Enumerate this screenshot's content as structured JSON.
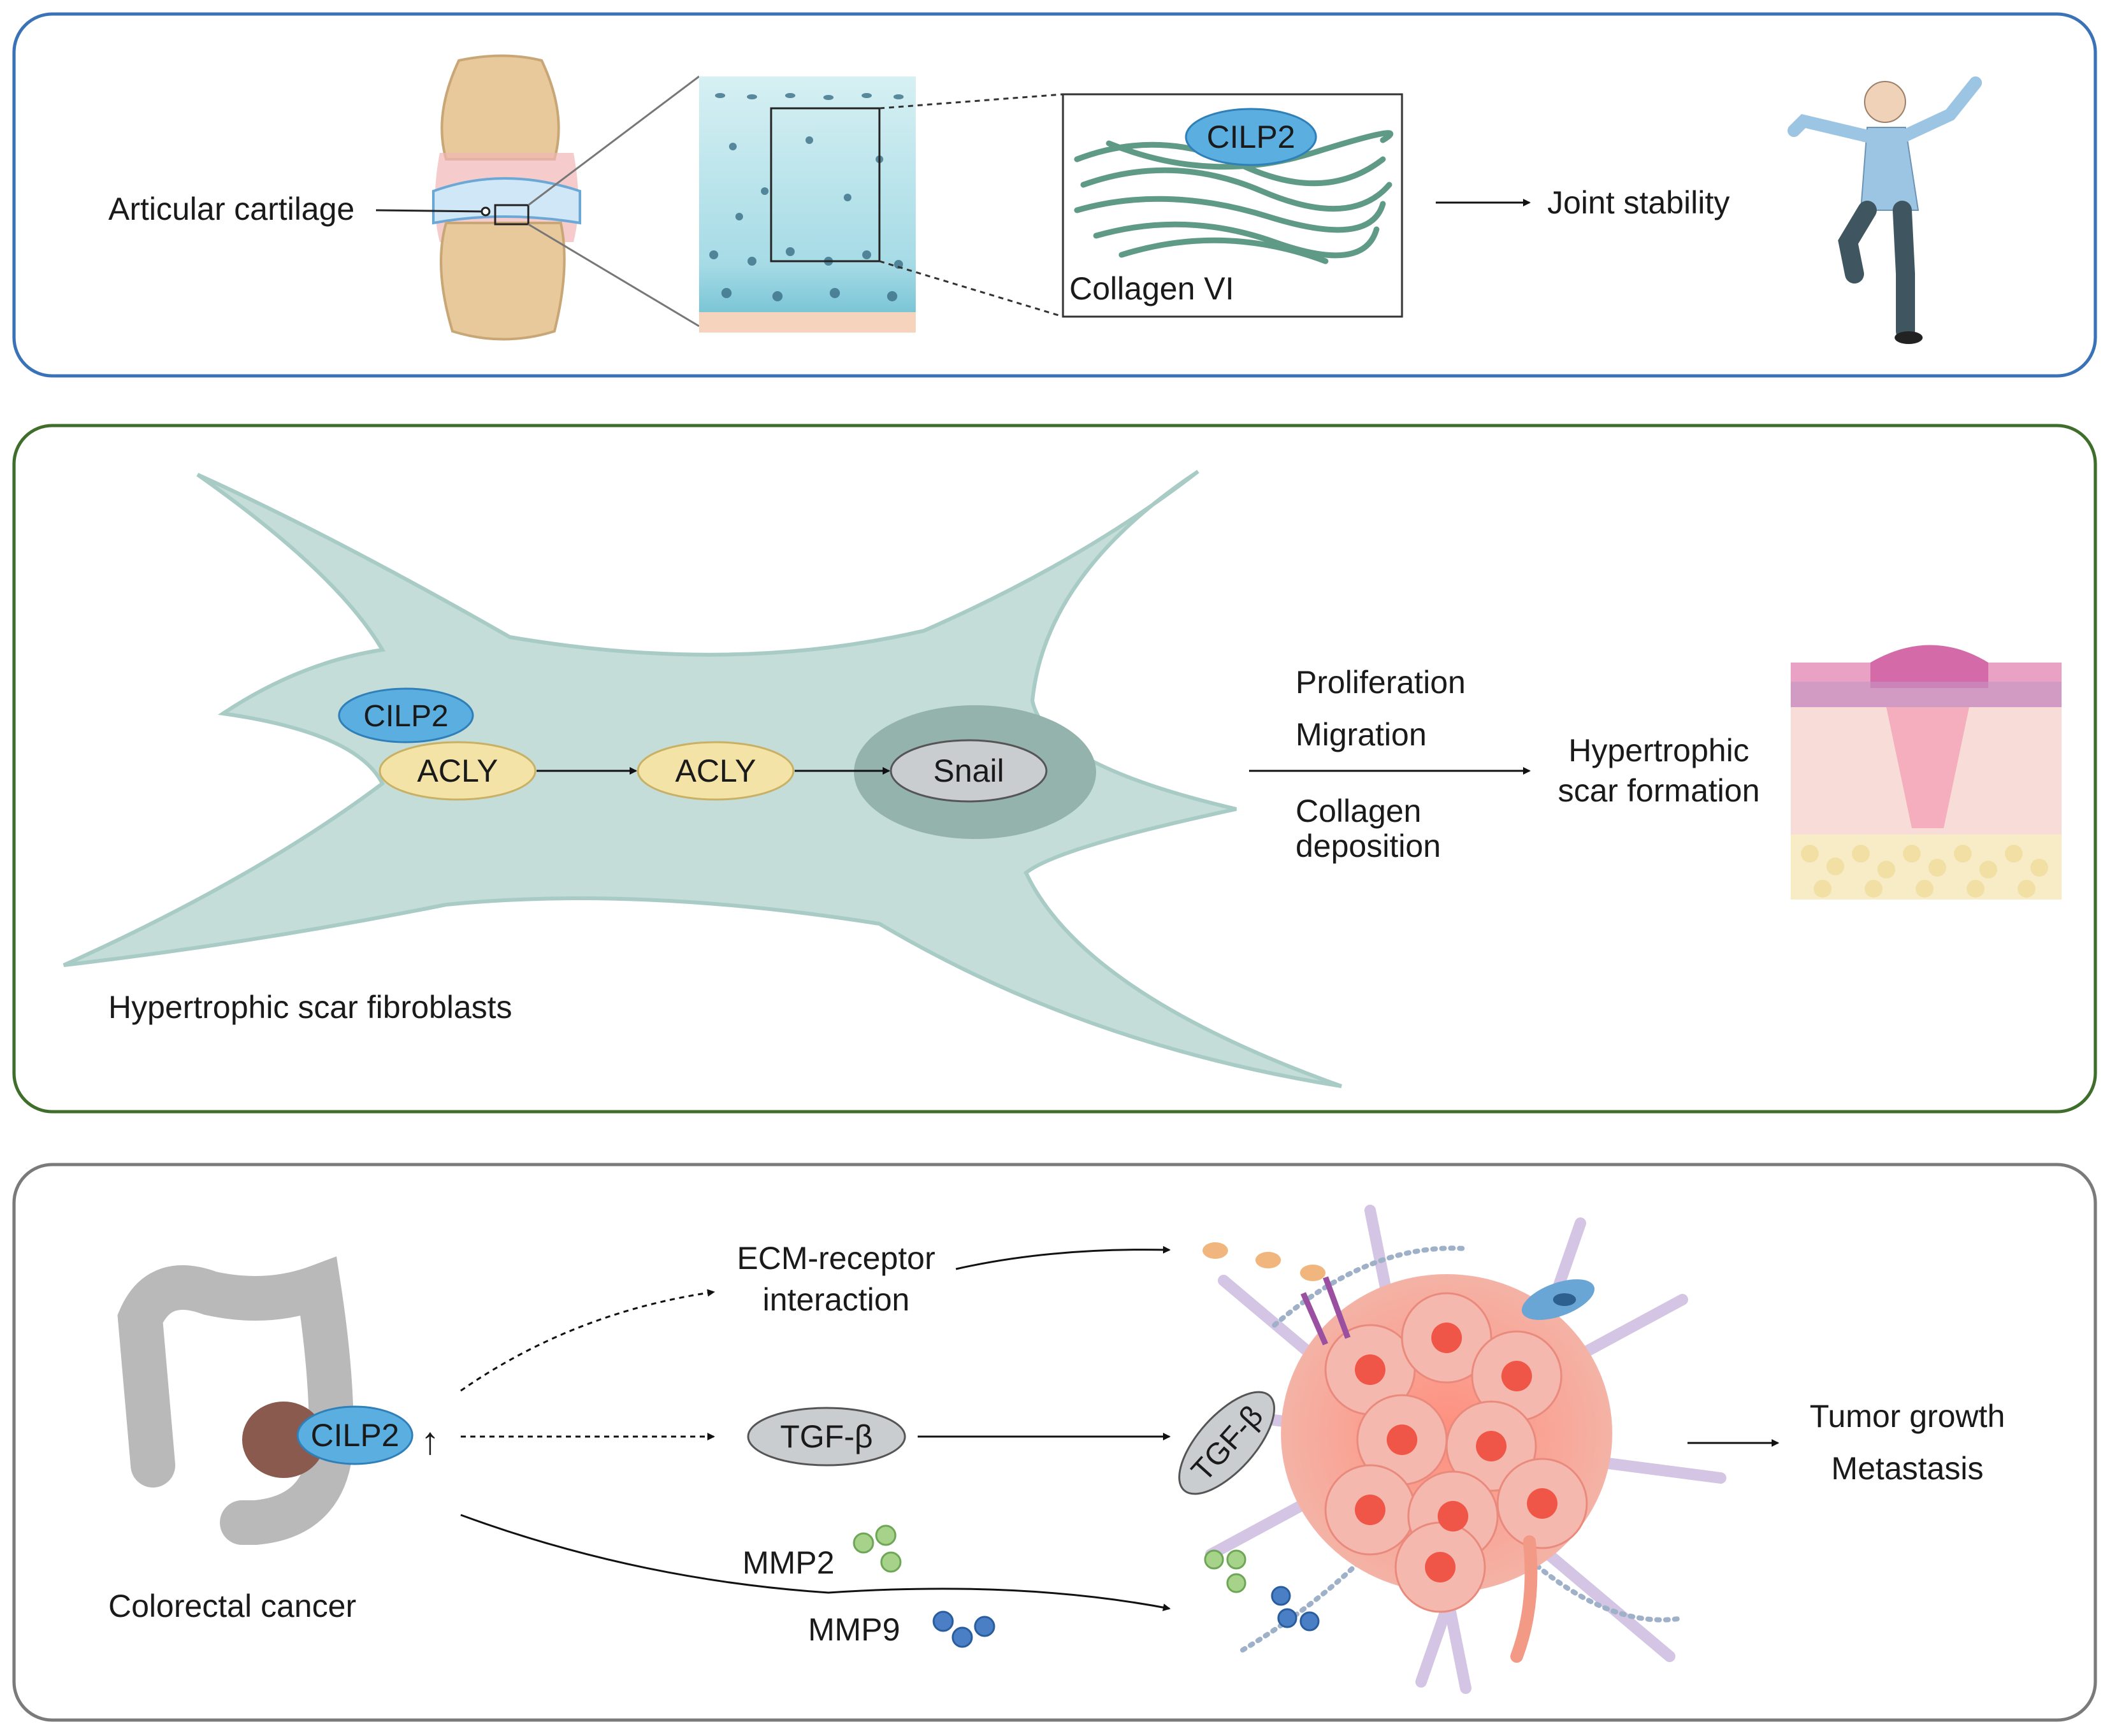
{
  "panel1": {
    "articular_cartilage": "Articular cartilage",
    "cilp2": "CILP2",
    "collagen": "Collagen VI",
    "joint_stability": "Joint stability"
  },
  "panel2": {
    "cilp2": "CILP2",
    "acly_1": "ACLY",
    "acly_2": "ACLY",
    "snail": "Snail",
    "proliferation": "Proliferation",
    "migration": "Migration",
    "collagen_deposition_1": "Collagen",
    "collagen_deposition_2": "deposition",
    "scar_formation_1": "Hypertrophic",
    "scar_formation_2": "scar formation",
    "cell_label": "Hypertrophic scar fibroblasts"
  },
  "panel3": {
    "cilp2": "CILP2",
    "up_arrow": "↑",
    "ecm_1": "ECM-receptor",
    "ecm_2": "interaction",
    "tgf_1": "TGF-β",
    "tgf_2": "TGF-β",
    "mmp2": "MMP2",
    "mmp9": "MMP9",
    "outcome_1": "Tumor growth",
    "outcome_2": "Metastasis",
    "cancer_label": "Colorectal cancer"
  },
  "colors": {
    "panel1_border": "#3a72b8",
    "panel2_border": "#3f6e2a",
    "panel3_border": "#7a7a7a",
    "cilp2_fill": "#5aaee0",
    "acly_fill": "#f3e3a6",
    "snail_fill": "#c9cdcf",
    "cell_fill": "#c5ddd9",
    "collagen_fiber": "#5f9a86",
    "tumor_fill": "#ef6a5c"
  }
}
